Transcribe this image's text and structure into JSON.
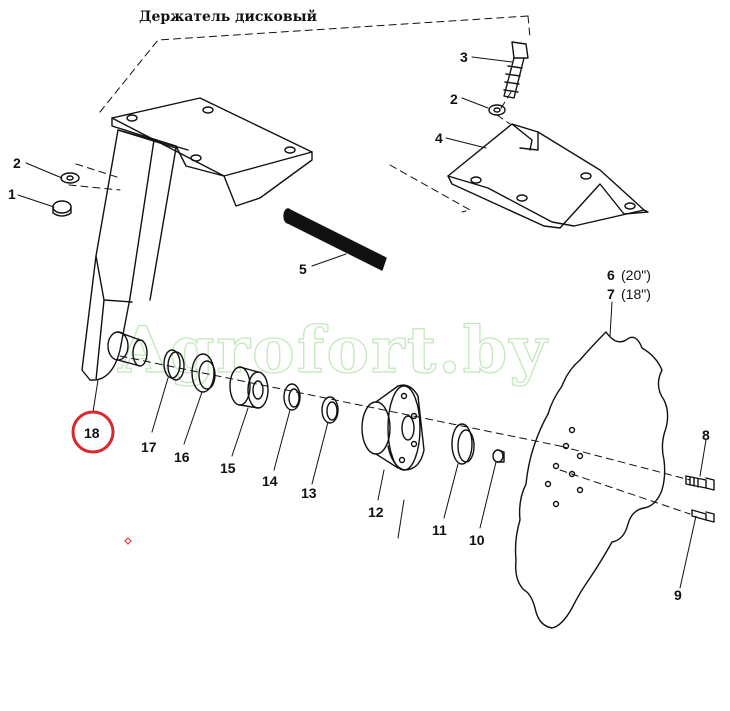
{
  "diagram": {
    "title": "Держатель дисковый",
    "watermark": "Agrofort.by",
    "highlight_color": "#d9282f",
    "line_color": "#111111",
    "highlighted_part": "18",
    "callouts": {
      "p1": "1",
      "p2_left": "2",
      "p2_right": "2",
      "p3": "3",
      "p4": "4",
      "p5": "5",
      "p6": "6",
      "p6_size": "(20\")",
      "p7": "7",
      "p7_size": "(18\")",
      "p8": "8",
      "p9": "9",
      "p10": "10",
      "p11": "11",
      "p12": "12",
      "p13": "13",
      "p14": "14",
      "p15": "15",
      "p16": "16",
      "p17": "17",
      "p18": "18"
    }
  }
}
